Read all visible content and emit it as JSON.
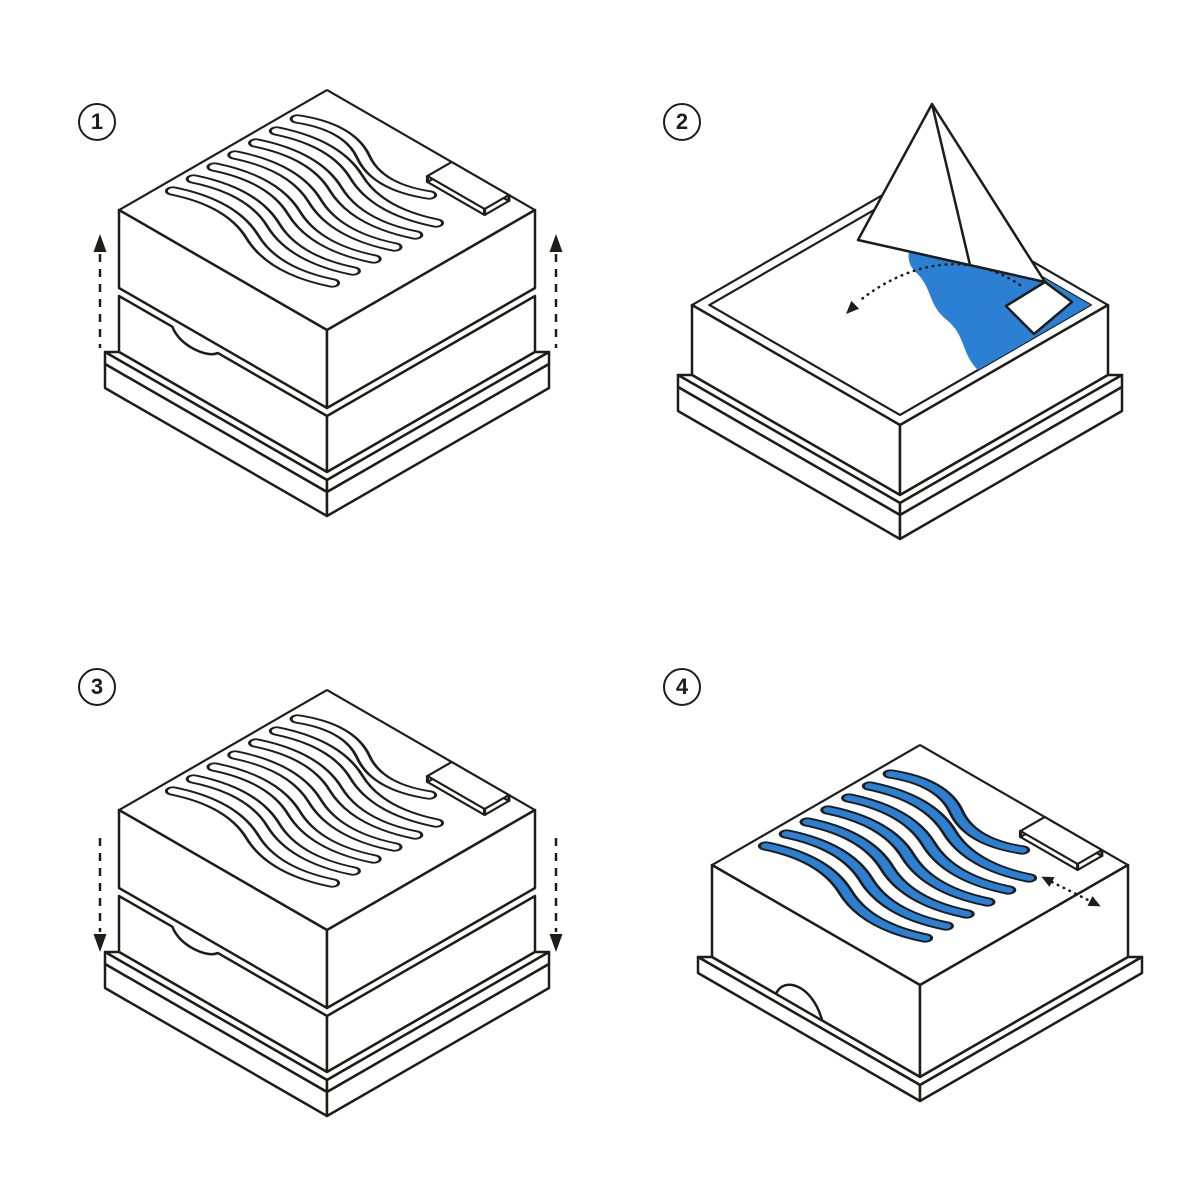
{
  "colors": {
    "accent": "#2b80d4",
    "line": "#1d1d1b",
    "background": "#ffffff"
  },
  "steps": [
    {
      "number": "1"
    },
    {
      "number": "2"
    },
    {
      "number": "3"
    },
    {
      "number": "4"
    }
  ],
  "icons": {
    "step_1": "arrow-up-dashed",
    "step_2": "arrow-left-dotted",
    "step_3": "arrow-down-dashed",
    "step_4": "arrow-double-diagonal-dotted"
  }
}
